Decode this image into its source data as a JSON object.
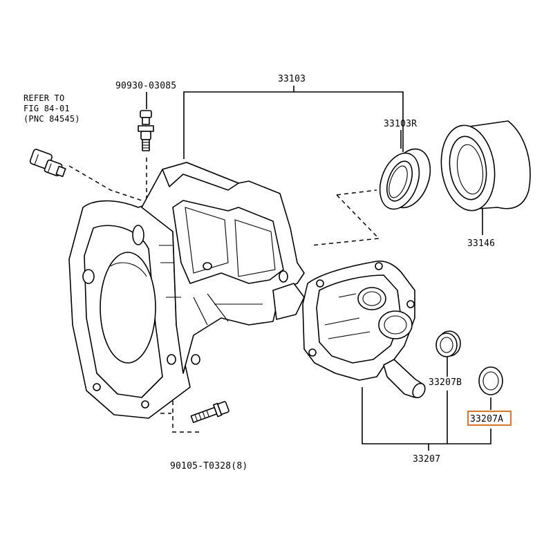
{
  "labels": {
    "refer_line1": "REFER TO",
    "refer_line2": "FIG 84-01",
    "refer_line3": "(PNC 84545)",
    "p90930": "90930-03085",
    "p33103": "33103",
    "p33103R": "33103R",
    "p33146": "33146",
    "p33207B": "33207B",
    "p33207A": "33207A",
    "p33207": "33207",
    "p90105": "90105-T0328(8)"
  },
  "highlight": {
    "part": "33207A",
    "color": "#e8731c"
  }
}
